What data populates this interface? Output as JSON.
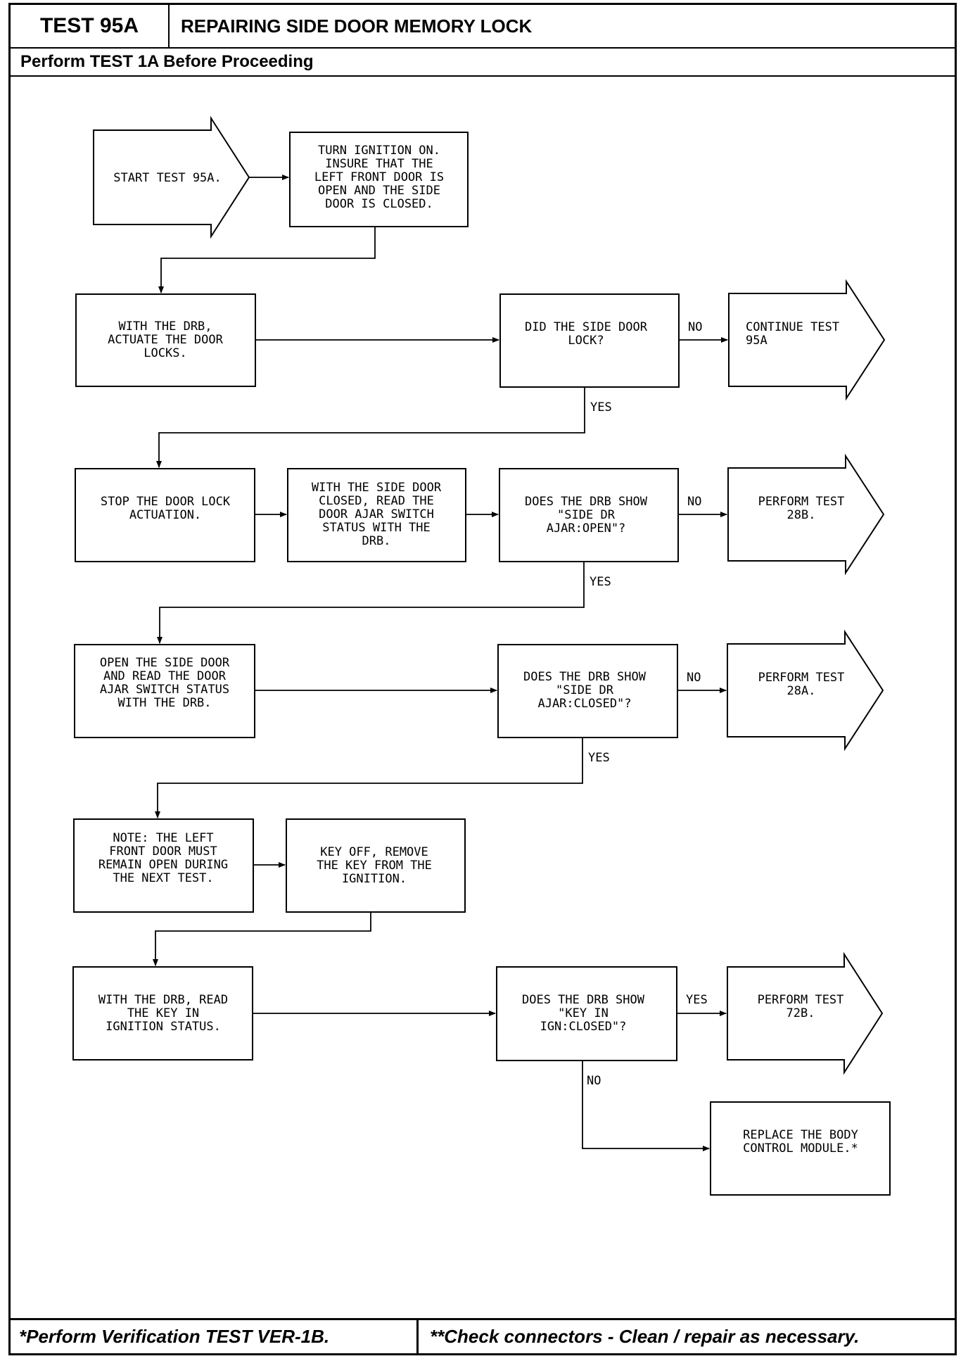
{
  "header": {
    "test_number": "TEST 95A",
    "title": "REPAIRING SIDE DOOR MEMORY LOCK",
    "prerequisite": "Perform TEST 1A Before Proceeding"
  },
  "footer": {
    "left_note": "*Perform Verification TEST VER-1B.",
    "right_note": "**Check connectors - Clean / repair as necessary."
  },
  "flowchart": {
    "start": [
      "START TEST 95A."
    ],
    "step1": [
      "TURN IGNITION ON.",
      "INSURE THAT THE",
      "LEFT FRONT DOOR IS",
      "OPEN AND THE SIDE",
      "DOOR IS CLOSED."
    ],
    "step2": [
      "WITH THE DRB,",
      "ACTUATE THE DOOR",
      "LOCKS."
    ],
    "q1": [
      "DID THE SIDE DOOR",
      "LOCK?"
    ],
    "q1_no_target": [
      "CONTINUE TEST",
      "95A"
    ],
    "step3": [
      "STOP THE DOOR LOCK",
      "ACTUATION."
    ],
    "step4": [
      "WITH THE SIDE DOOR",
      "CLOSED, READ THE",
      "DOOR AJAR SWITCH",
      "STATUS WITH THE",
      "DRB."
    ],
    "q2": [
      "DOES THE DRB SHOW",
      "\"SIDE DR",
      "AJAR:OPEN\"?"
    ],
    "q2_no_target": [
      "PERFORM TEST",
      "28B."
    ],
    "step5": [
      "OPEN THE SIDE DOOR",
      "AND READ THE DOOR",
      "AJAR SWITCH STATUS",
      "WITH THE DRB."
    ],
    "q3": [
      "DOES THE DRB SHOW",
      "\"SIDE DR",
      "AJAR:CLOSED\"?"
    ],
    "q3_no_target": [
      "PERFORM TEST",
      "28A."
    ],
    "step6": [
      "NOTE: THE LEFT",
      "FRONT DOOR MUST",
      "REMAIN OPEN DURING",
      "THE NEXT TEST."
    ],
    "step7": [
      "KEY OFF, REMOVE",
      "THE KEY FROM THE",
      "IGNITION."
    ],
    "step8": [
      "WITH THE DRB, READ",
      "THE KEY IN",
      "IGNITION STATUS."
    ],
    "q4": [
      "DOES THE DRB SHOW",
      "\"KEY IN",
      "IGN:CLOSED\"?"
    ],
    "q4_yes_target": [
      "PERFORM TEST",
      "72B."
    ],
    "final": [
      "REPLACE THE BODY",
      "CONTROL MODULE.*"
    ],
    "labels": {
      "yes": "YES",
      "no": "NO"
    }
  }
}
